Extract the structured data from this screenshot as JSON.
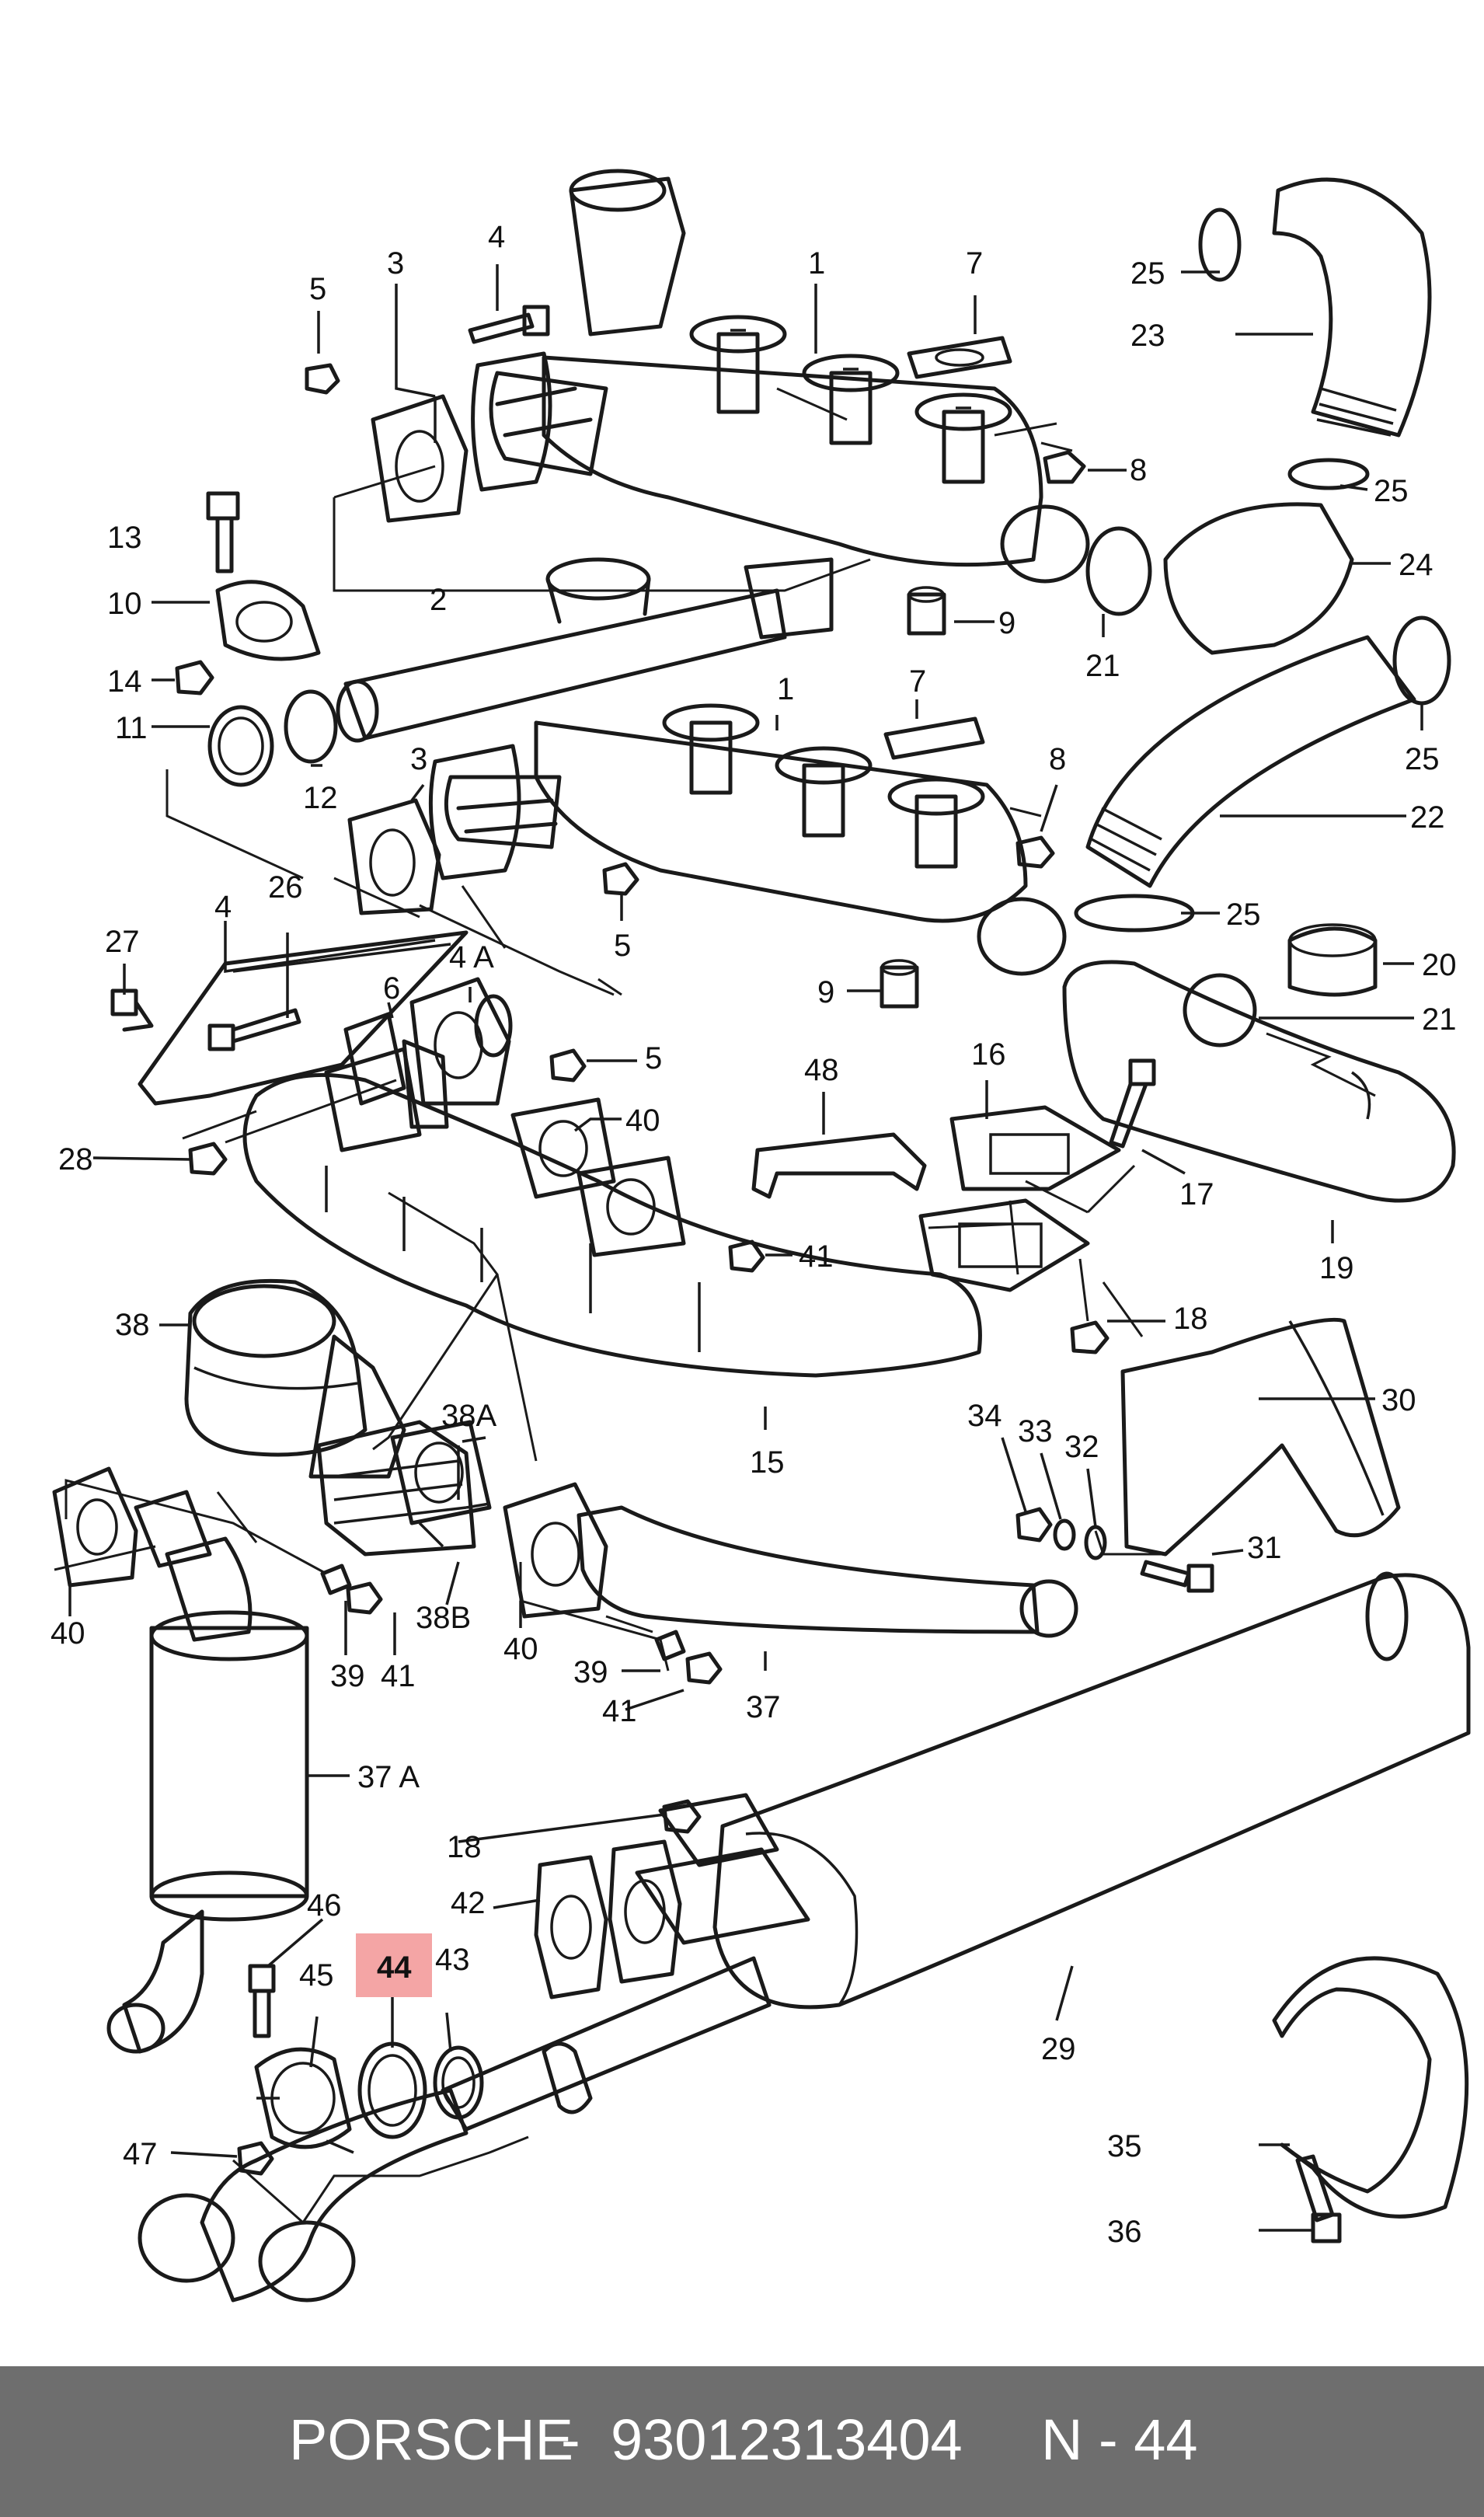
{
  "diagram": {
    "accent_color": "#c62828",
    "highlight_fill": "#f4a5a5",
    "callouts": {
      "c1a": "1",
      "c1b": "1",
      "c2": "2",
      "c3a": "3",
      "c3b": "3",
      "c4a": "4",
      "c4b": "4",
      "c4A": "4 A",
      "c5a": "5",
      "c5b": "5",
      "c5c": "5",
      "c6": "6",
      "c7a": "7",
      "c7b": "7",
      "c8a": "8",
      "c8b": "8",
      "c9a": "9",
      "c9b": "9",
      "c10": "10",
      "c11": "11",
      "c12": "12",
      "c13": "13",
      "c14": "14",
      "c15": "15",
      "c16": "16",
      "c17": "17",
      "c18a": "18",
      "c18b": "18",
      "c19": "19",
      "c20": "20",
      "c21a": "21",
      "c21b": "21",
      "c22": "22",
      "c23": "23",
      "c24": "24",
      "c25a": "25",
      "c25b": "25",
      "c25c": "25",
      "c25d": "25",
      "c26": "26",
      "c27": "27",
      "c28": "28",
      "c29": "29",
      "c30": "30",
      "c31": "31",
      "c32": "32",
      "c33": "33",
      "c34": "34",
      "c35": "35",
      "c36": "36",
      "c37": "37",
      "c37A": "37 A",
      "c38": "38",
      "c38A": "38A",
      "c38B": "38B",
      "c39a": "39",
      "c39b": "39",
      "c40a": "40",
      "c40b": "40",
      "c40c": "40",
      "c41a": "41",
      "c41b": "41",
      "c41c": "41",
      "c42": "42",
      "c43": "43",
      "c44": "44",
      "c45": "45",
      "c46": "46",
      "c47": "47",
      "c48": "48"
    }
  },
  "footer": {
    "brand": "PORSCHE",
    "separator": "-",
    "part_number": "93012313404",
    "reference": "N - 44"
  }
}
